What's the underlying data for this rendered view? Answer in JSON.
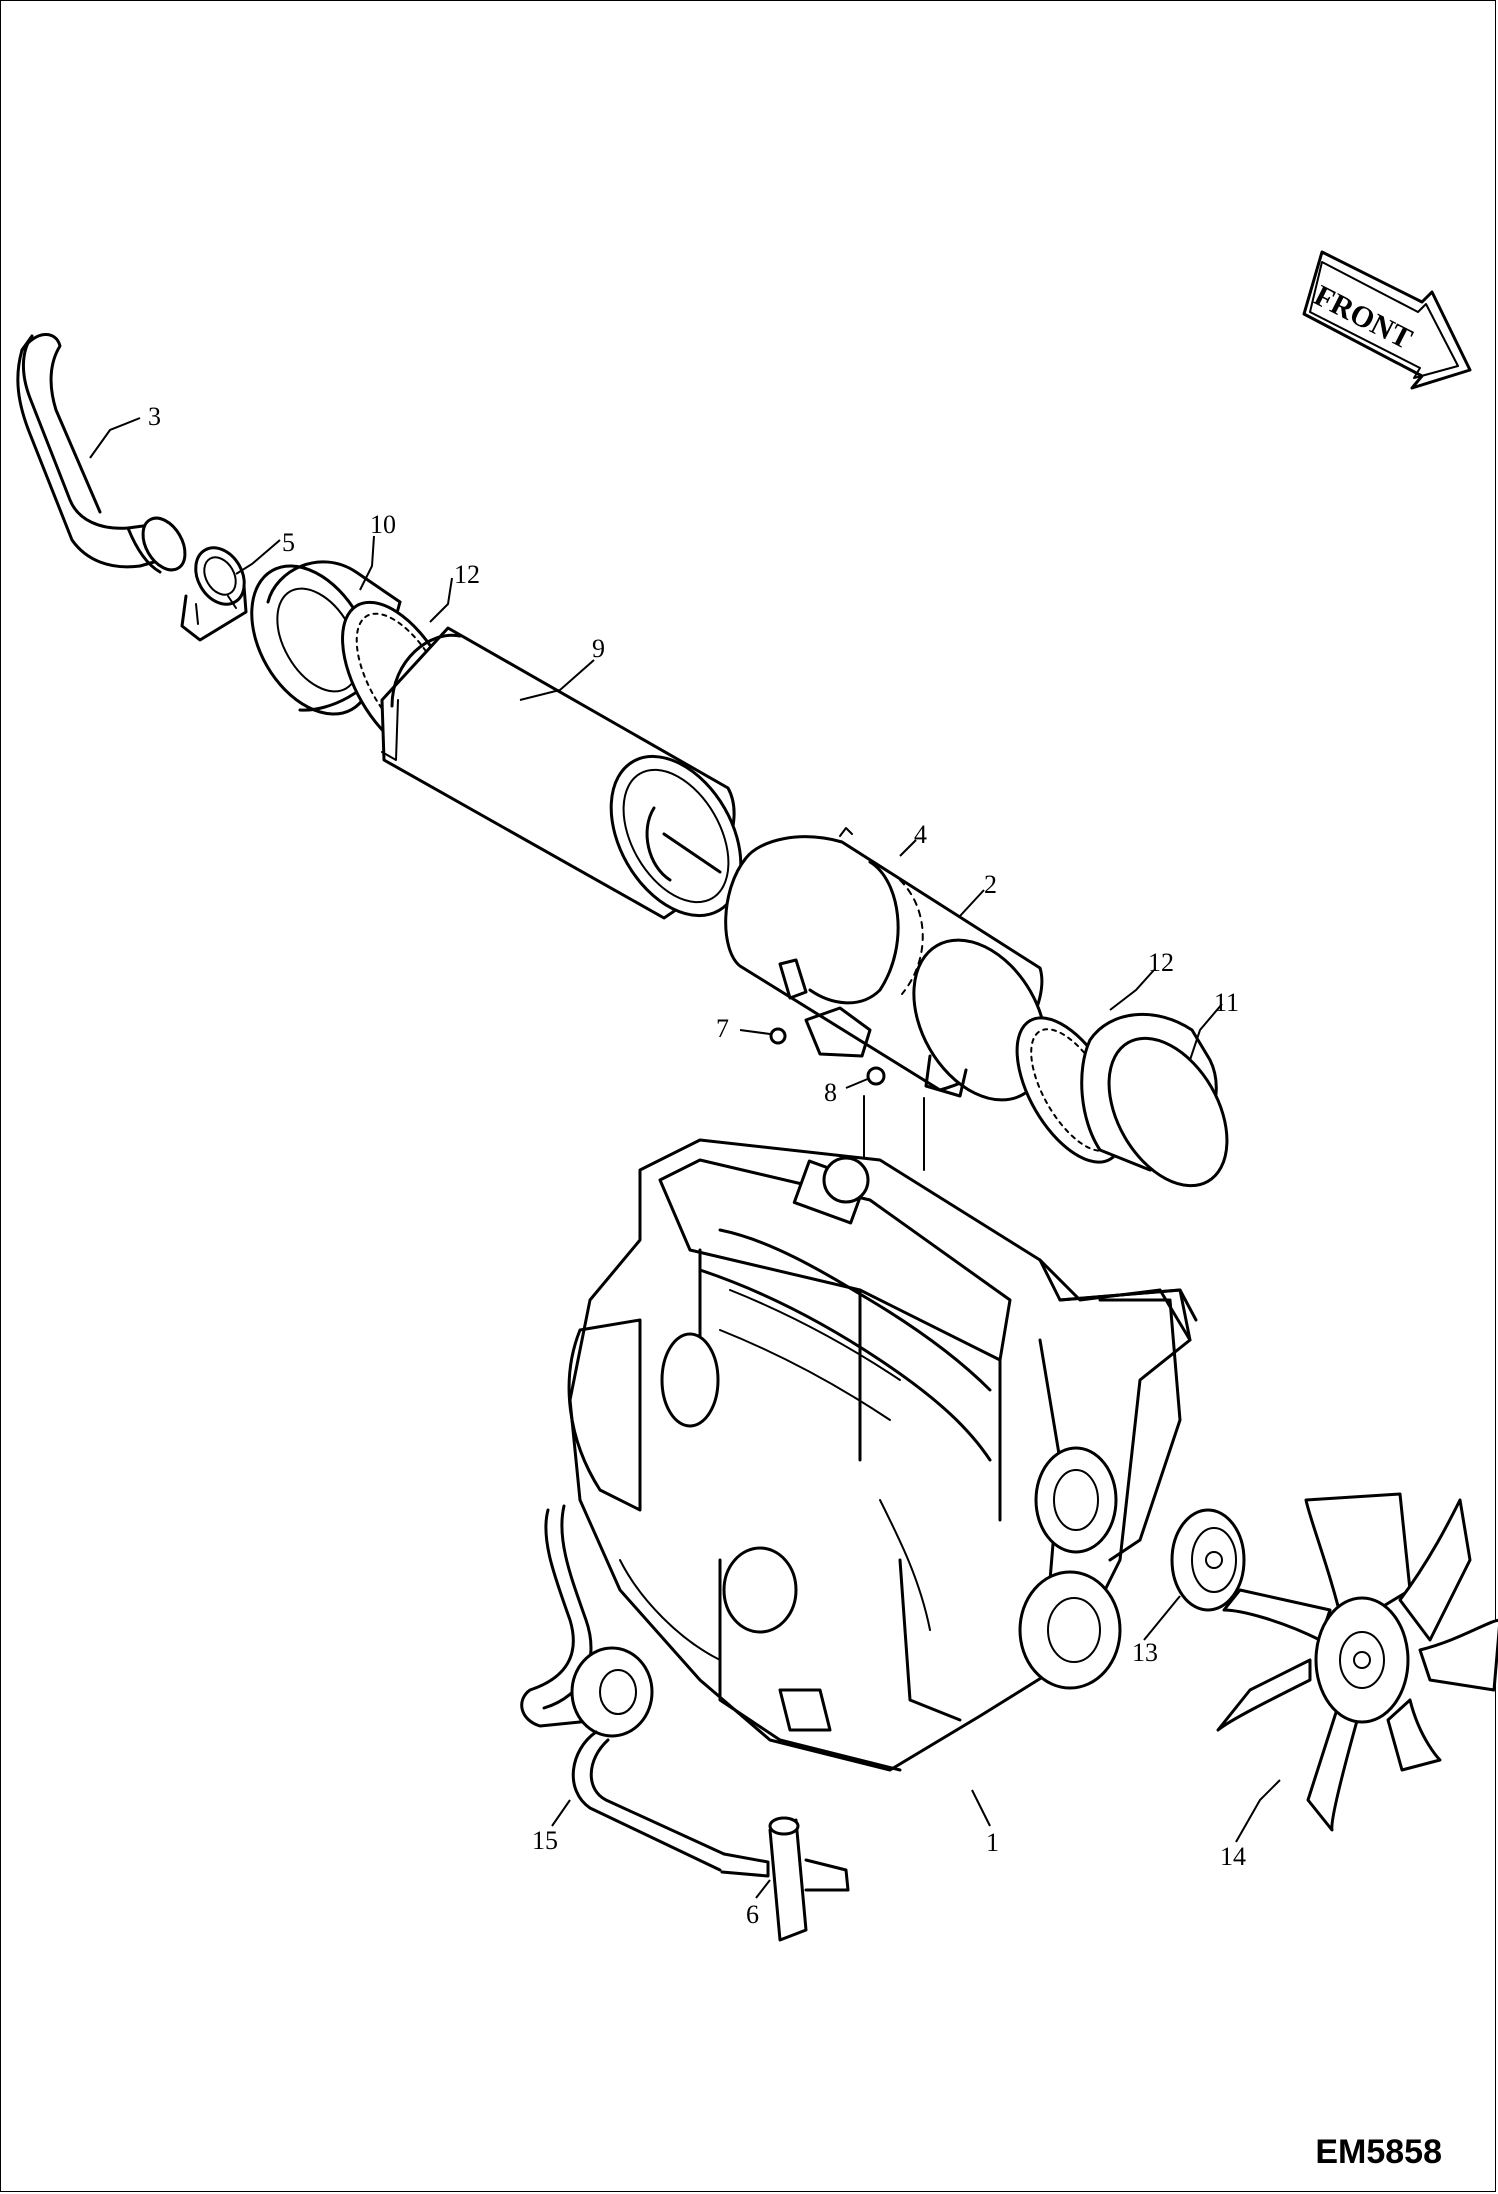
{
  "front_arrow": {
    "label": "FRONT"
  },
  "drawing_id": "EM5858",
  "callouts": [
    {
      "id": "c1",
      "text": "1"
    },
    {
      "id": "c2",
      "text": "2"
    },
    {
      "id": "c3",
      "text": "3"
    },
    {
      "id": "c4",
      "text": "4"
    },
    {
      "id": "c5",
      "text": "5"
    },
    {
      "id": "c6",
      "text": "6"
    },
    {
      "id": "c7",
      "text": "7"
    },
    {
      "id": "c8",
      "text": "8"
    },
    {
      "id": "c9",
      "text": "9"
    },
    {
      "id": "c10",
      "text": "10"
    },
    {
      "id": "c11",
      "text": "11"
    },
    {
      "id": "c12a",
      "text": "12"
    },
    {
      "id": "c12b",
      "text": "12"
    },
    {
      "id": "c13",
      "text": "13"
    },
    {
      "id": "c14",
      "text": "14"
    },
    {
      "id": "c15",
      "text": "15"
    }
  ],
  "icons": {
    "front_arrow": "front-direction-arrow-icon",
    "engine": "engine-assembly-icon",
    "fan": "cooling-fan-icon"
  }
}
